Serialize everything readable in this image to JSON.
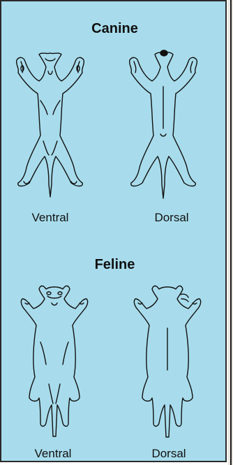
{
  "sections": [
    {
      "title": "Canine",
      "left_caption": "Ventral",
      "right_caption": "Dorsal"
    },
    {
      "title": "Feline",
      "left_caption": "Ventral",
      "right_caption": "Dorsal"
    }
  ],
  "colors": {
    "panel_background": "#a8dcec",
    "outline": "#111111",
    "border": "#2a2a2a"
  }
}
